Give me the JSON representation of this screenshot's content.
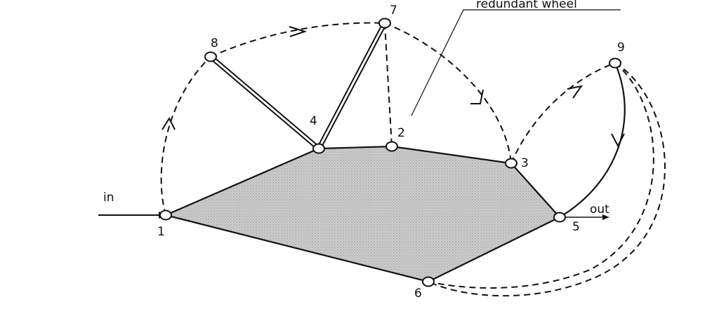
{
  "diagram": {
    "node_labels": {
      "n1": "1",
      "n2": "2",
      "n3": "3",
      "n4": "4",
      "n5": "5",
      "n6": "6",
      "n7": "7",
      "n8": "8",
      "n9": "9"
    },
    "input_label": "in",
    "output_label": "out",
    "callout_label": "redundant wheel",
    "colors": {
      "ink": "#111111",
      "body_fill": "#c8c8c8",
      "background": "#ffffff"
    }
  }
}
